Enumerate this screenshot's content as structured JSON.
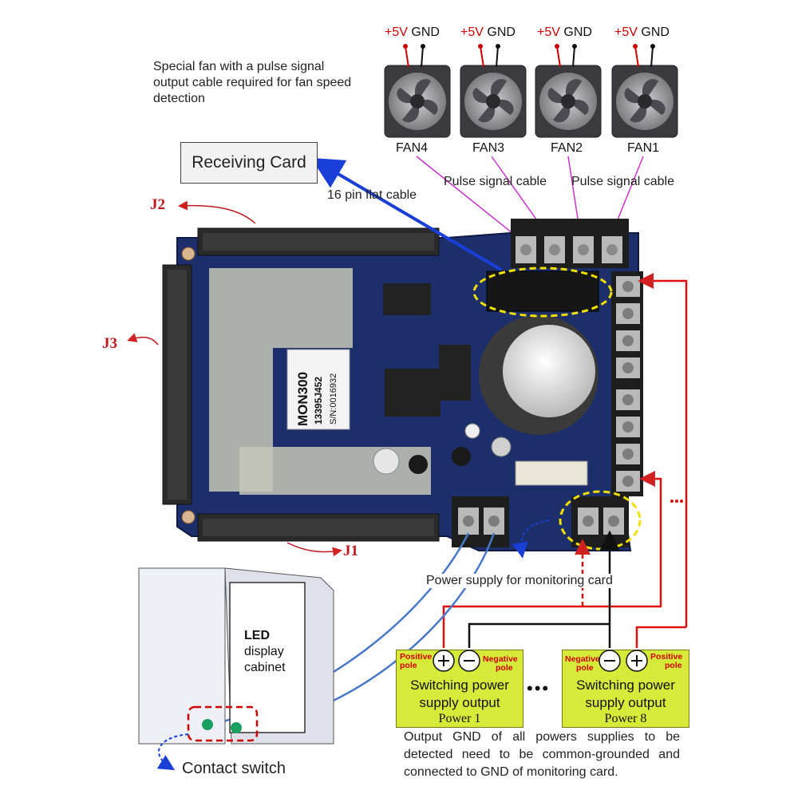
{
  "fans": [
    {
      "label": "FAN4",
      "plus": "+5V",
      "gnd": "GND"
    },
    {
      "label": "FAN3",
      "plus": "+5V",
      "gnd": "GND"
    },
    {
      "label": "FAN2",
      "plus": "+5V",
      "gnd": "GND"
    },
    {
      "label": "FAN1",
      "plus": "+5V",
      "gnd": "GND"
    }
  ],
  "fan_note": [
    "Special fan with a pulse signal",
    "output cable required for fan speed",
    "detection"
  ],
  "receiving_card": "Receiving Card",
  "flat_cable": "16 pin flat cable",
  "pulse_cable_left": "Pulse signal cable",
  "pulse_cable_right": "Pulse signal cable",
  "connectors": {
    "j1": "J1",
    "j2": "J2",
    "j3": "J3"
  },
  "chip": {
    "model": "MON300",
    "code": "13395J452",
    "serial": "S/N:0016932"
  },
  "power_monitor": "Power supply for monitoring card",
  "led_cabinet": [
    "LED",
    "display",
    "cabinet"
  ],
  "contact_switch": "Contact switch",
  "psu_left": {
    "positive": [
      "Positive",
      "pole"
    ],
    "negative": [
      "Negative",
      "pole"
    ],
    "line1": "Switching power",
    "line2": "supply output",
    "name": "Power 1"
  },
  "psu_right": {
    "positive": [
      "Positive",
      "pole"
    ],
    "negative": [
      "Negative",
      "pole"
    ],
    "line1": "Switching power",
    "line2": "supply output",
    "name": "Power 8"
  },
  "ellipsis": "•••",
  "bottom_note": "Output GND of all powers supplies to be detected need to be common-grounded and connected to GND of monitoring card.",
  "colors": {
    "board": "#1d2f6b",
    "red_wire": "#e01010",
    "blue_arrow": "#1a3fd6",
    "pulse_wire": "#d040d0",
    "psu": "#d6ea3a",
    "highlight": "#f0e000"
  }
}
